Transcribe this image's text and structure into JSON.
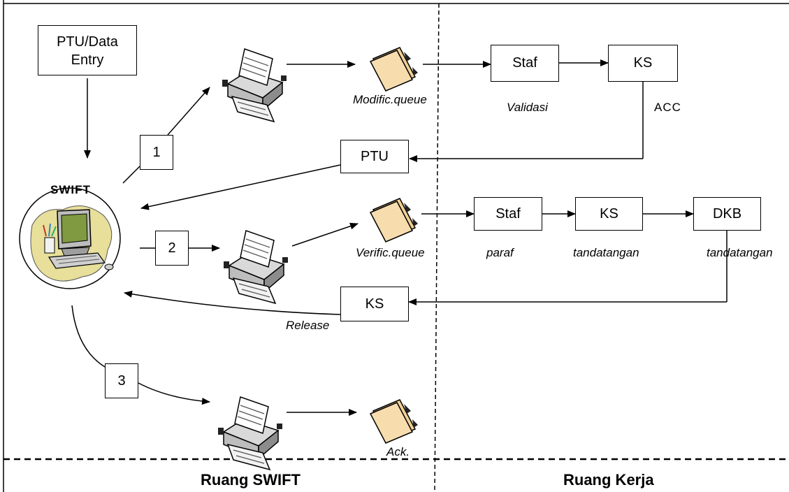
{
  "nodes": {
    "ptu_entry": "PTU/Data Entry",
    "swift": "SWIFT",
    "step1": "1",
    "step2": "2",
    "step3": "3",
    "staf_top": "Staf",
    "ks_top": "KS",
    "ptu": "PTU",
    "staf_mid": "Staf",
    "ks_mid": "KS",
    "dkb": "DKB",
    "ks_release": "KS"
  },
  "labels": {
    "modific_queue": "Modific.queue",
    "validasi": "Validasi",
    "acc": "ACC",
    "verific_queue": "Verific.queue",
    "paraf": "paraf",
    "tandatangan_ks": "tandatangan",
    "tandatangan_dkb": "tandatangan",
    "release": "Release",
    "ack": "Ack."
  },
  "zones": {
    "left": "Ruang SWIFT",
    "right": "Ruang Kerja"
  },
  "colors": {
    "folder": "#f2cf93",
    "monitor": "#7f9a40",
    "cloud": "#e7df9a"
  },
  "icons": [
    "printer-icon",
    "folder-icon",
    "computer-icon"
  ]
}
